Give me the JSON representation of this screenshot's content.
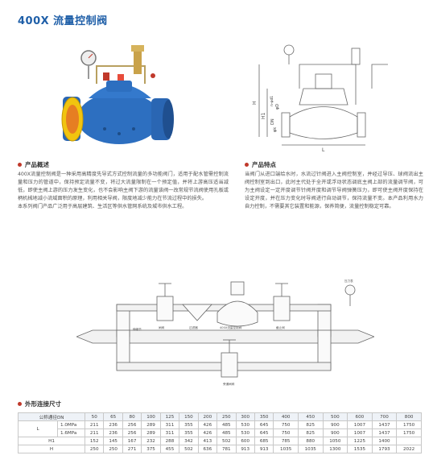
{
  "page": {
    "title": "400X 流量控制阀"
  },
  "colors": {
    "accent": "#1f5fa8",
    "bullet": "#c0392b",
    "valve_body": "#2d6fc0"
  },
  "overview": {
    "heading": "产品概述",
    "paragraphs": [
      "400X流量控制阀是一种采用高精度先导式方式控制流量的多功能阀门，适用于配水管需控制流量和压力的管道中，保持预定流量不变，将过大流量限制在一个预定值，并将上游高压适当减低，即使主阀上游的压力发生变化，也不会影响主阀下游的流量该阀一改常规节流阀使用孔板或柄机械地减小流域面积的原理，利用相关导阀，限度地减少能力在节流过程中的损失。",
      "本系列阀门产品广泛用于高层建筑、生活区等供水管网系统及城市供水工程。"
    ]
  },
  "features": {
    "heading": "产品特点",
    "paragraphs": [
      "当阀门从进口端给水时，水流过针阀进入主阀控制室，并经过导压、球阀流出主阀控制室到出口，此时主代处于全开或浮动状态调底主阀上部的流量调节阀，可为主阀设定一定开度调节针阀开度和调节导阀弹簧压力，即可使主阀开度保持在设定开度，并在压力变化时导阀进行自动调节，保持流量不变。本产品利用水力自力控制，不需要其它装置和能源，保养简便，流量控制稳定可靠。"
    ]
  },
  "diagram_labels": {
    "dim_labels": [
      "H1",
      "H",
      "DN",
      "φD",
      "φk",
      "n-φd1",
      "L"
    ],
    "install": [
      "伸缩节",
      "闸阀",
      "过滤器",
      "400X流量控制阀",
      "截止阀",
      "压力表",
      "旁通闸阀"
    ]
  },
  "dimensions": {
    "heading": "外形连接尺寸",
    "dn_label": "公称通径DN",
    "dn": [
      "50",
      "65",
      "80",
      "100",
      "125",
      "150",
      "200",
      "250",
      "300",
      "350",
      "400",
      "450",
      "500",
      "600",
      "700",
      "800"
    ],
    "l_label": "L",
    "rows": [
      {
        "label": "1.0MPa",
        "values": [
          "211",
          "236",
          "256",
          "289",
          "311",
          "355",
          "426",
          "485",
          "530",
          "645",
          "750",
          "825",
          "900",
          "1007",
          "1437",
          "1750"
        ]
      },
      {
        "label": "1.6MPa",
        "values": [
          "211",
          "236",
          "256",
          "289",
          "311",
          "355",
          "426",
          "485",
          "530",
          "645",
          "750",
          "825",
          "900",
          "1007",
          "1437",
          "1750"
        ]
      },
      {
        "label": "H1",
        "values": [
          "152",
          "145",
          "167",
          "232",
          "288",
          "342",
          "413",
          "502",
          "600",
          "685",
          "785",
          "880",
          "1050",
          "1225",
          "1400",
          ""
        ]
      },
      {
        "label": "H",
        "values": [
          "250",
          "250",
          "271",
          "375",
          "455",
          "502",
          "636",
          "781",
          "913",
          "913",
          "1035",
          "1035",
          "1300",
          "1535",
          "1793",
          "2022"
        ]
      }
    ]
  }
}
